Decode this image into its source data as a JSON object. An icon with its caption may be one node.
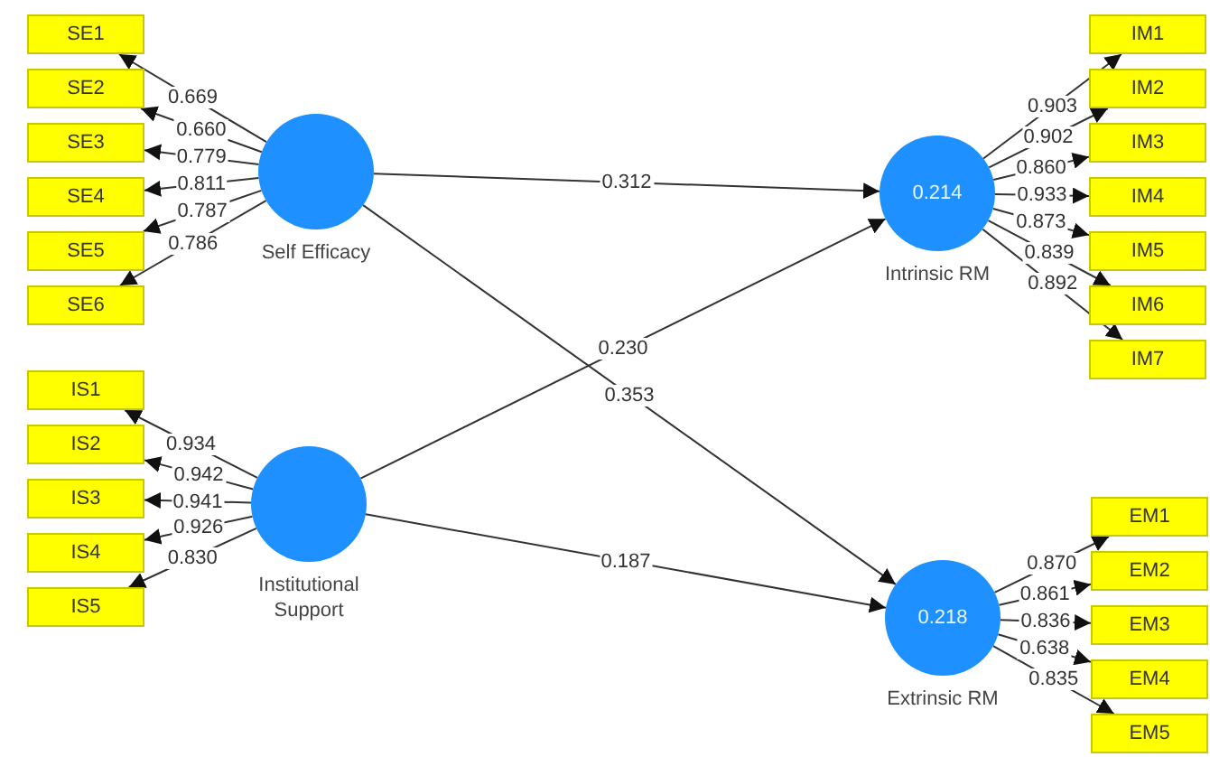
{
  "diagram": {
    "nodes": [
      {
        "text": [
          "SE1"
        ]
      },
      {
        "text": [
          "SE2"
        ]
      },
      {
        "text": [
          "SE3"
        ]
      },
      {
        "text": [
          "SE4"
        ]
      },
      {
        "text": [
          "SE5"
        ]
      },
      {
        "text": [
          "SE6"
        ]
      },
      {
        "text": [],
        "shape": "circle",
        "beside": [
          "Self Efficacy"
        ]
      },
      {
        "text": [
          "IS1"
        ]
      },
      {
        "text": [
          "IS2"
        ]
      },
      {
        "text": [
          "IS3"
        ]
      },
      {
        "text": [
          "IS4"
        ]
      },
      {
        "text": [
          "IS5"
        ]
      },
      {
        "text": [],
        "shape": "circle",
        "beside": [
          "Institutional Support"
        ]
      },
      {
        "text": [
          "0.214"
        ],
        "beside": [
          "Intrinsic RM"
        ]
      },
      {
        "text": [
          "IM1"
        ]
      },
      {
        "text": [
          "IM2"
        ]
      },
      {
        "text": [
          "IM3"
        ]
      },
      {
        "text": [
          "IM4"
        ]
      },
      {
        "text": [
          "IM5"
        ]
      },
      {
        "text": [
          "IM6"
        ]
      },
      {
        "text": [
          "IM7"
        ]
      },
      {
        "text": [
          "0.218"
        ],
        "beside": [
          "Extrinsic RM"
        ]
      },
      {
        "text": [
          "EM1"
        ]
      },
      {
        "text": [
          "EM2"
        ]
      },
      {
        "text": [
          "EM3"
        ]
      },
      {
        "text": [
          "EM4"
        ]
      },
      {
        "text": [
          "EM5"
        ]
      }
    ],
    "edges": [
      {
        "from": 6,
        "to": 0,
        "arrow": "to",
        "label": "0.669"
      },
      {
        "from": 6,
        "to": 1,
        "arrow": "to",
        "label": "0.660"
      },
      {
        "from": 6,
        "to": 2,
        "arrow": "to",
        "label": "0.779"
      },
      {
        "from": 6,
        "to": 3,
        "arrow": "to",
        "label": "0.811"
      },
      {
        "from": 6,
        "to": 4,
        "arrow": "to",
        "label": "0.787"
      },
      {
        "from": 6,
        "to": 5,
        "arrow": "to",
        "label": "0.786"
      },
      {
        "from": 12,
        "to": 7,
        "arrow": "to",
        "label": "0.934"
      },
      {
        "from": 12,
        "to": 8,
        "arrow": "to",
        "label": "0.942"
      },
      {
        "from": 12,
        "to": 9,
        "arrow": "to",
        "label": "0.941"
      },
      {
        "from": 12,
        "to": 10,
        "arrow": "to",
        "label": "0.926"
      },
      {
        "from": 12,
        "to": 11,
        "arrow": "to",
        "label": "0.830"
      },
      {
        "from": 6,
        "to": 13,
        "arrow": "to",
        "label": "0.312"
      },
      {
        "from": 6,
        "to": 21,
        "arrow": "to",
        "label": "0.353"
      },
      {
        "from": 12,
        "to": 13,
        "arrow": "to",
        "label": "0.230"
      },
      {
        "from": 12,
        "to": 21,
        "arrow": "to",
        "label": "0.187"
      },
      {
        "from": 13,
        "to": 14,
        "arrow": "to",
        "label": "0.903"
      },
      {
        "from": 13,
        "to": 15,
        "arrow": "to",
        "label": "0.902"
      },
      {
        "from": 13,
        "to": 16,
        "arrow": "to",
        "label": "0.860"
      },
      {
        "from": 13,
        "to": 17,
        "arrow": "to",
        "label": "0.933"
      },
      {
        "from": 13,
        "to": 18,
        "arrow": "to",
        "label": "0.873"
      },
      {
        "from": 13,
        "to": 19,
        "arrow": "to",
        "label": "0.839"
      },
      {
        "from": 13,
        "to": 20,
        "arrow": "to",
        "label": "0.892"
      },
      {
        "from": 21,
        "to": 22,
        "arrow": "to",
        "label": "0.870"
      },
      {
        "from": 21,
        "to": 23,
        "arrow": "to",
        "label": "0.861"
      },
      {
        "from": 21,
        "to": 24,
        "arrow": "to",
        "label": "0.836"
      },
      {
        "from": 21,
        "to": 25,
        "arrow": "to",
        "label": "0.638"
      },
      {
        "from": 21,
        "to": 26,
        "arrow": "to",
        "label": "0.835"
      }
    ]
  }
}
